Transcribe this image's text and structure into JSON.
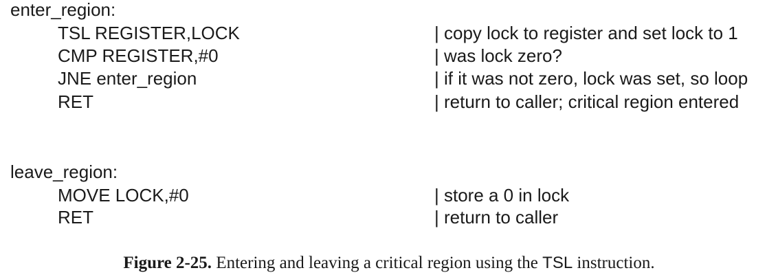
{
  "code": {
    "blocks": [
      {
        "label": "enter_region:",
        "lines": [
          {
            "instr": "TSL REGISTER,LOCK",
            "comment": "| copy lock to register and set lock to 1"
          },
          {
            "instr": "CMP REGISTER,#0",
            "comment": "| was lock zero?"
          },
          {
            "instr": "JNE enter_region",
            "comment": "| if it was not zero, lock was set, so loop"
          },
          {
            "instr": "RET",
            "comment": "| return to caller; critical region entered"
          }
        ]
      },
      {
        "label": "leave_region:",
        "lines": [
          {
            "instr": "MOVE LOCK,#0",
            "comment": "| store a 0 in lock"
          },
          {
            "instr": "RET",
            "comment": "| return to caller"
          }
        ]
      }
    ]
  },
  "caption": {
    "figure_label": "Figure 2-25.",
    "text_before": " Entering and leaving a critical region using the ",
    "code_term": "TSL",
    "text_after": " instruction."
  }
}
